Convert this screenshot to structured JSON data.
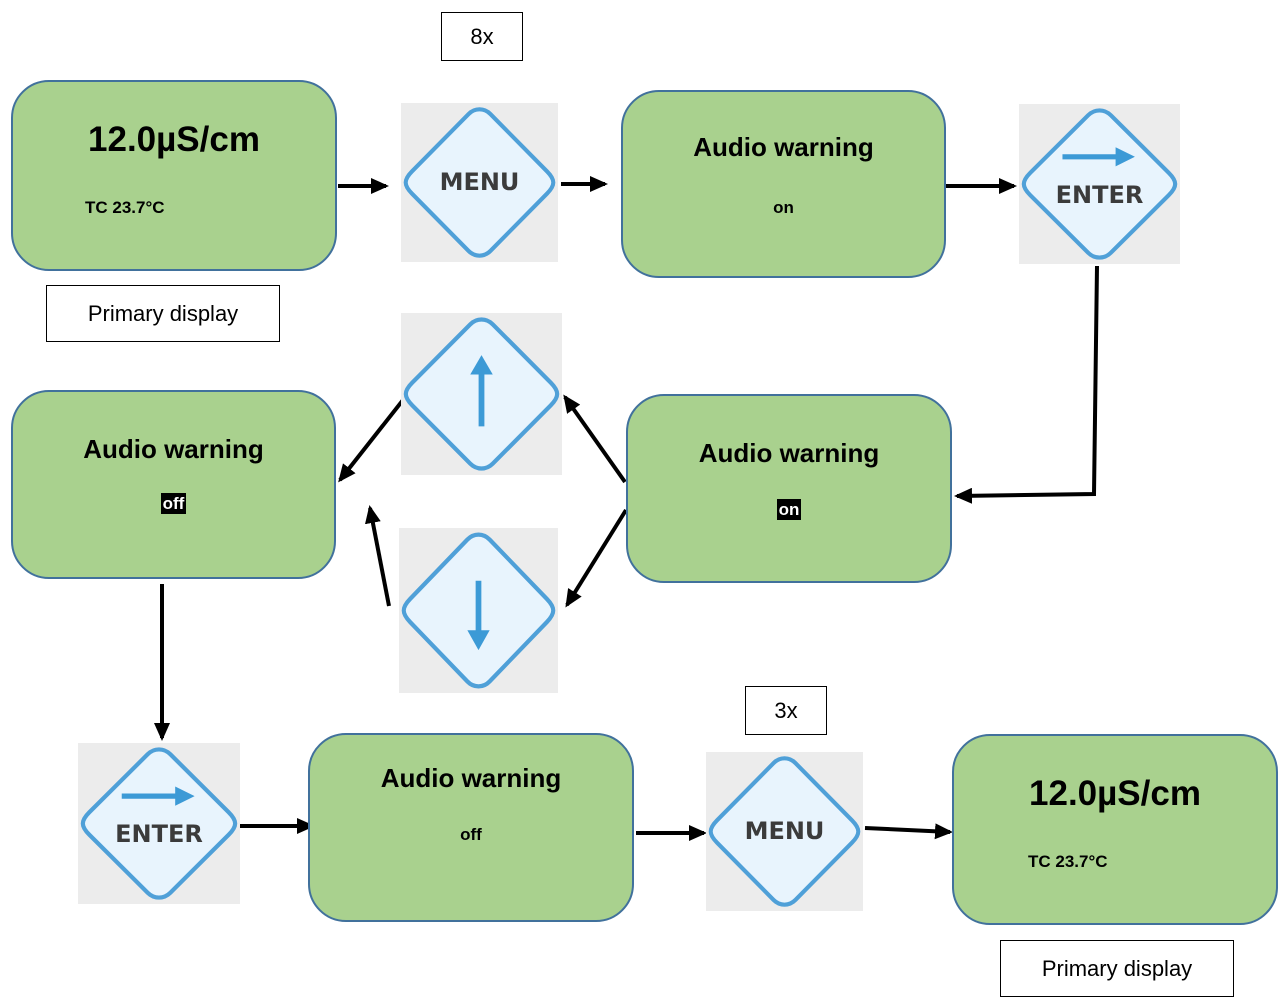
{
  "colors": {
    "screen_fill": "#a9d18e",
    "screen_border": "#41719c",
    "button_diamond": "#4fa0d8",
    "button_fill": "#e8f4fd",
    "arrow": "#000000"
  },
  "screens": {
    "primary_start": {
      "value": "12.0µS/cm",
      "temp": "TC  23.7°C"
    },
    "audio_on": {
      "title": "Audio warning",
      "state": "on"
    },
    "audio_on_selected": {
      "title": "Audio warning",
      "state": "on"
    },
    "audio_off_selected": {
      "title": "Audio warning",
      "state": "off"
    },
    "audio_off": {
      "title": "Audio warning",
      "state": "off"
    },
    "primary_end": {
      "value": "12.0µS/cm",
      "temp": "TC  23.7°C"
    }
  },
  "buttons": {
    "menu_label": "MENU",
    "enter_label": "ENTER",
    "up_icon": "arrow-up-icon",
    "down_icon": "arrow-down-icon",
    "enter_icon": "arrow-right-icon"
  },
  "notes": {
    "press_8x": "8x",
    "press_3x": "3x",
    "primary_display_top": "Primary display",
    "primary_display_bottom": "Primary display"
  }
}
